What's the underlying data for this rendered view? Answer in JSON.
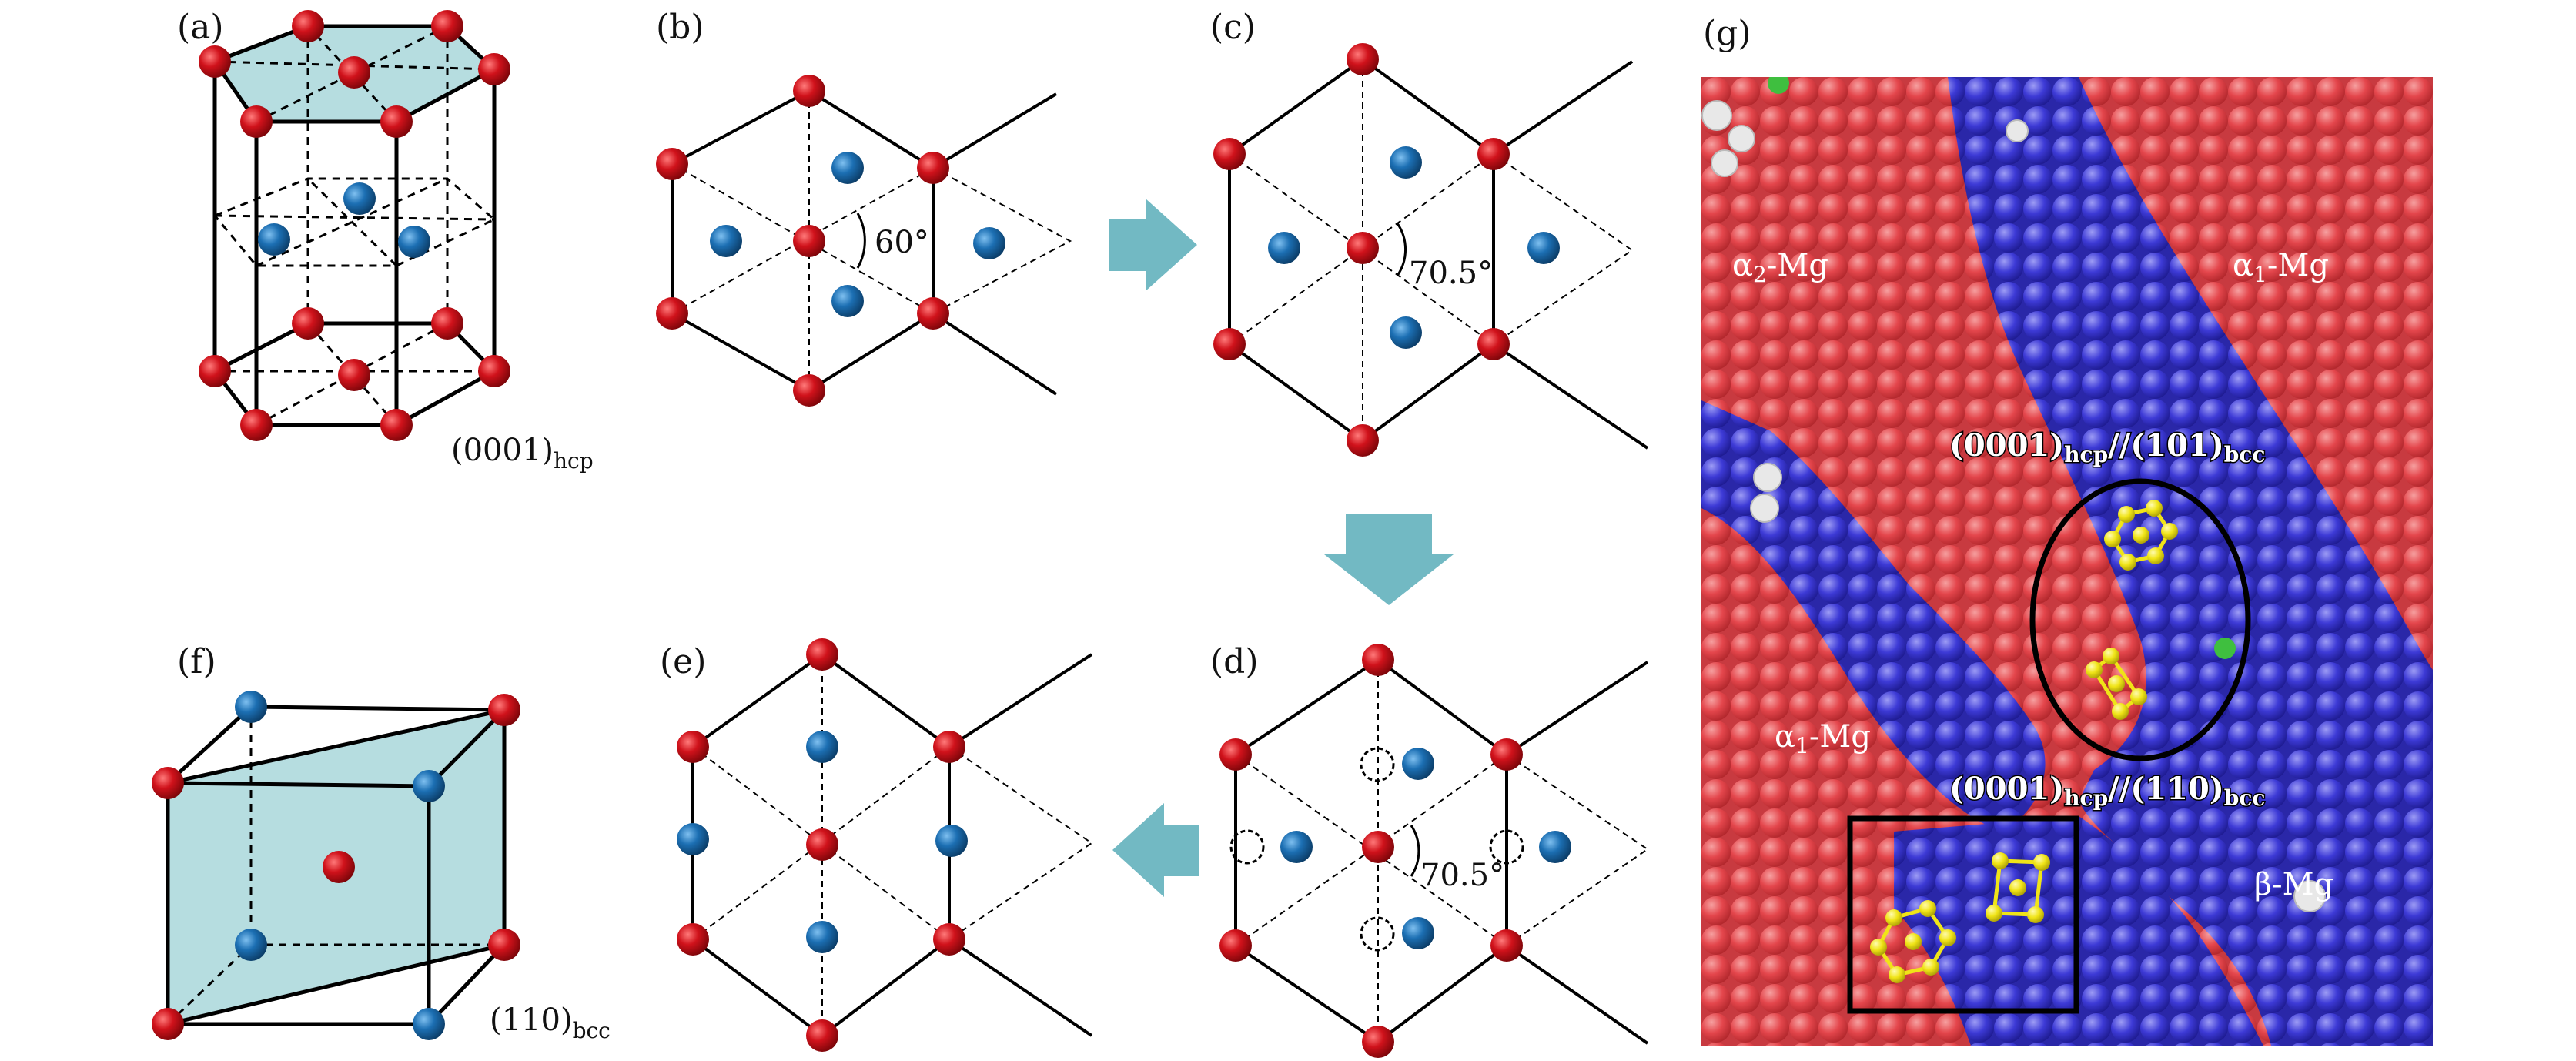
{
  "panels": {
    "a": {
      "label": "(a)",
      "plane": "(0001)",
      "plane_sub": "hcp"
    },
    "b": {
      "label": "(b)",
      "angle": "60°"
    },
    "c": {
      "label": "(c)",
      "angle": "70.5°"
    },
    "d": {
      "label": "(d)",
      "angle": "70.5°"
    },
    "e": {
      "label": "(e)"
    },
    "f": {
      "label": "(f)",
      "plane": "(110)",
      "plane_sub": "bcc"
    },
    "g": {
      "label": "(g)",
      "alpha2": {
        "prefix": "α",
        "sub": "2",
        "suffix": "-Mg"
      },
      "alpha1_top": {
        "prefix": "α",
        "sub": "1",
        "suffix": "-Mg"
      },
      "alpha1_left": {
        "prefix": "α",
        "sub": "1",
        "suffix": "-Mg"
      },
      "beta": "β-Mg",
      "rel1": {
        "a": "(0001)",
        "a_sub": "hcp",
        "sep": "//",
        "b": "(101)",
        "b_sub": "bcc"
      },
      "rel2": {
        "a": "(0001)",
        "a_sub": "hcp",
        "sep": "//",
        "b": "(110)",
        "b_sub": "bcc"
      }
    }
  },
  "colors": {
    "red_atom": "#d0121b",
    "blue_atom": "#1c6fb3",
    "plane_fill": "#b6dde0",
    "arrow": "#72b9c3",
    "sim_red": "#e4464c",
    "sim_blue": "#3d3ad6",
    "sim_yellow": "#f0e417"
  }
}
